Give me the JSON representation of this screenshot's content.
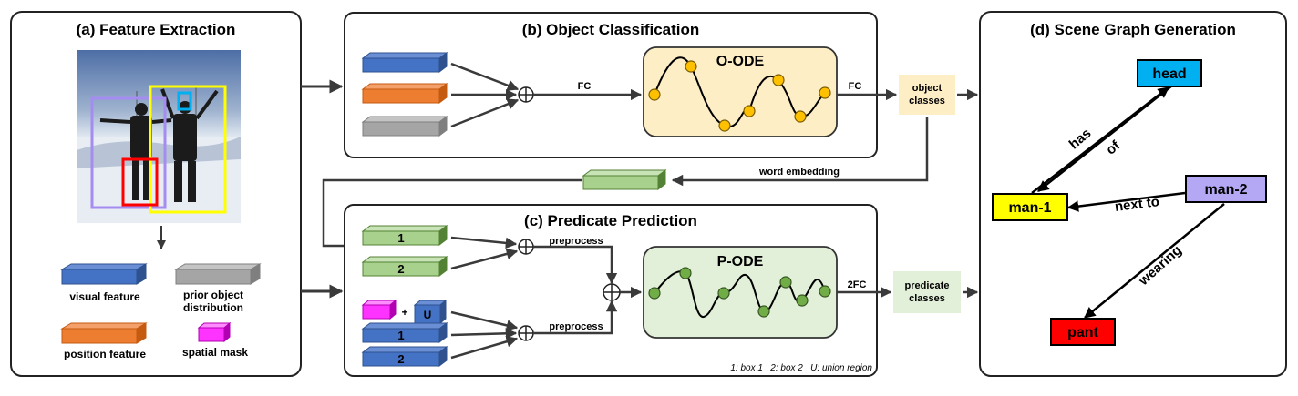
{
  "panels": {
    "a": {
      "title": "(a) Feature Extraction"
    },
    "b": {
      "title": "(b) Object Classification"
    },
    "c": {
      "title": "(c) Predicate Prediction"
    },
    "d": {
      "title": "(d) Scene Graph Generation"
    }
  },
  "legend": {
    "visual": "visual feature",
    "prior_line1": "prior object",
    "prior_line2": "distribution",
    "position": "position feature",
    "mask": "spatial mask"
  },
  "classification": {
    "fc_in": "FC",
    "ode": "O-ODE",
    "fc_out": "FC",
    "out_line1": "object",
    "out_line2": "classes"
  },
  "embedding_label": "word embedding",
  "prediction": {
    "box1": "1",
    "box2": "2",
    "plus": "+",
    "union": "U",
    "box1b": "1",
    "box2b": "2",
    "preprocess_top": "preprocess",
    "preprocess_bottom": "preprocess",
    "ode": "P-ODE",
    "fc_out": "2FC",
    "out_line1": "predicate",
    "out_line2": "classes",
    "footnote": "1: box 1   2: box 2   U: union region"
  },
  "scene_graph": {
    "nodes": {
      "head": "head",
      "man1": "man-1",
      "man2": "man-2",
      "pant": "pant"
    },
    "edges": {
      "has": "has",
      "of": "of",
      "next_to": "next to",
      "wearing": "wearing"
    }
  },
  "colors": {
    "blue": "#4472c4",
    "orange": "#ed7d31",
    "gray": "#a5a5a5",
    "green": "#a9d18e",
    "magenta": "#ff33ff",
    "ode_orange": "#fdeec6",
    "ode_green": "#e2f0d9",
    "node_yellow": "#ffff00",
    "node_cyan": "#00b0f0",
    "node_purple": "#b4a7f4",
    "node_red": "#ff0000"
  }
}
